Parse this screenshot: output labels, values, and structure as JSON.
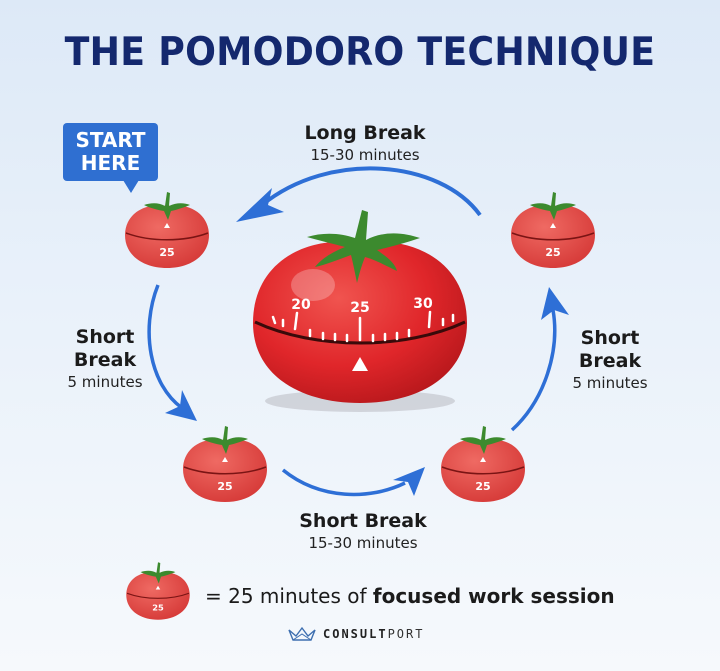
{
  "title": "THE POMODORO TECHNIQUE",
  "start_badge": {
    "line1": "START",
    "line2": "HERE",
    "color": "#2f6fd1"
  },
  "center_timer": {
    "ticks": [
      "20",
      "25",
      "30"
    ],
    "color": "#e0262a"
  },
  "small_timer_label": "25",
  "steps": {
    "long_break": {
      "heading": "Long Break",
      "duration": "15-30 minutes"
    },
    "short_break_left": {
      "heading_line1": "Short",
      "heading_line2": "Break",
      "duration": "5 minutes"
    },
    "short_break_bottom": {
      "heading": "Short Break",
      "duration": "15-30 minutes"
    },
    "short_break_right": {
      "heading_line1": "Short",
      "heading_line2": "Break",
      "duration": "5 minutes"
    }
  },
  "legend": {
    "prefix": "= 25 minutes of ",
    "bold": "focused work session"
  },
  "logo": {
    "bold_part": "CONSULT",
    "light_part": "PORT"
  },
  "colors": {
    "arrow": "#2e6fd6",
    "title": "#14286e",
    "tomato": "#e0262a",
    "leaf": "#3c8a2e"
  }
}
